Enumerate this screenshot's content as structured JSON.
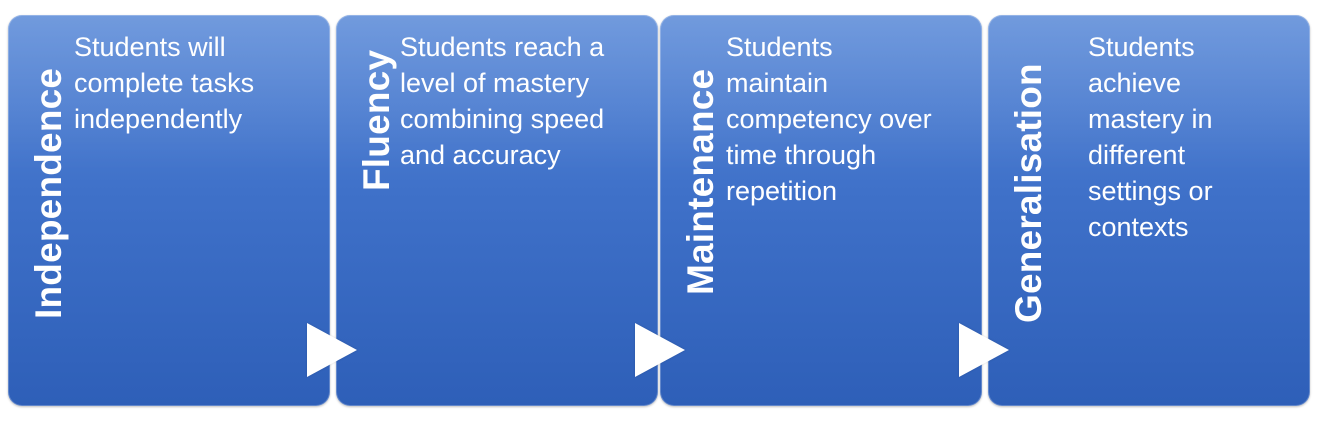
{
  "stages": [
    {
      "title": "Independence",
      "description": "Students will\ncomplete tasks\nindependently"
    },
    {
      "title": "Fluency",
      "description": "Students reach a\nlevel of mastery\ncombining speed\nand accuracy"
    },
    {
      "title": "Maintenance",
      "description": "Students\nmaintain\ncompetency over\ntime through\nrepetition"
    },
    {
      "title": "Generalisation",
      "description": "Students\nachieve\nmastery in\ndifferent\nsettings or\ncontexts"
    }
  ],
  "colors": {
    "box_top": "#5a8ad8",
    "box_bottom": "#2e5fb8",
    "text": "#ffffff",
    "arrow": "#ffffff"
  }
}
